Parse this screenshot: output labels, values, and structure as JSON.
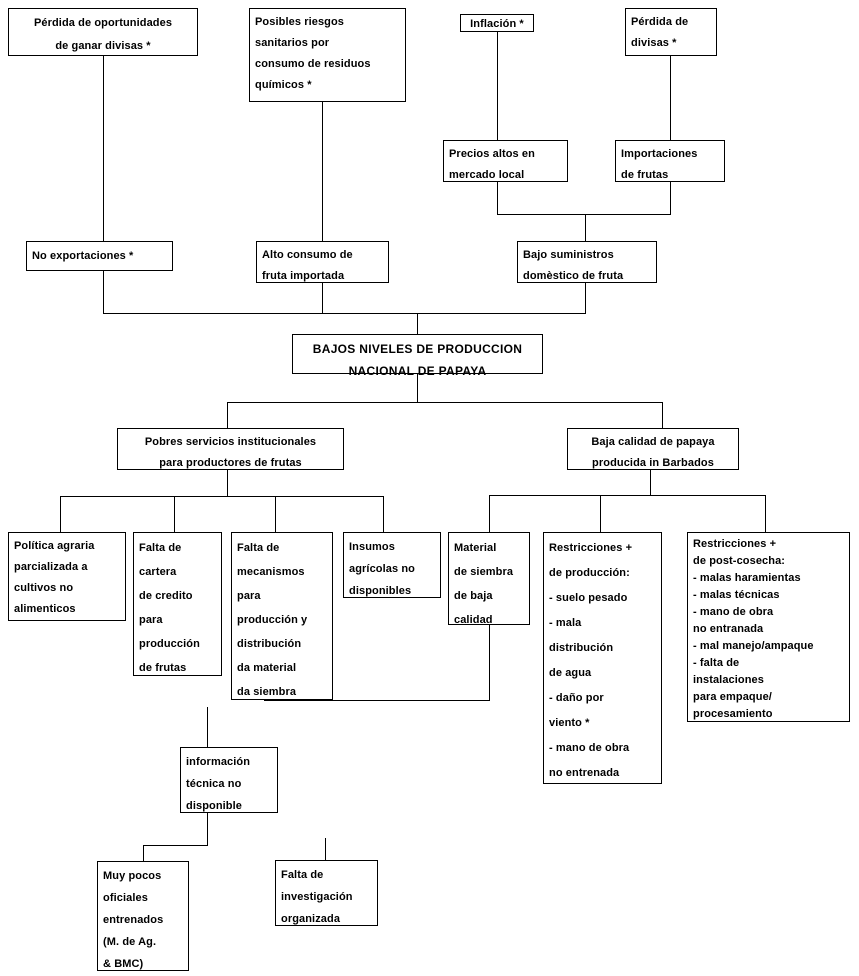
{
  "diagram": {
    "title_node": "BAJOS NIVELES DE PRODUCCION\nNACIONAL DE PAPAYA",
    "nodes": {
      "perdida_oportunidades": "Pérdida de oportunidades\nde ganar divisas *",
      "riesgos_sanitarios": "Posibles riesgos\nsanitarios por\nconsumo de residuos\nquímicos *",
      "inflacion": "Inflación *",
      "perdida_divisas": "Pérdida de\ndivisas *",
      "precios_altos": "Precios altos en\nmercado local",
      "importaciones_frutas": "Importaciones\nde frutas",
      "no_exportaciones": "No exportaciones *",
      "alto_consumo": "Alto consumo de\nfruta importada",
      "bajo_suministros": "Bajo suministros\ndomèstico de fruta",
      "pobres_servicios": "Pobres servicios institucionales\npara productores de frutas",
      "baja_calidad": "Baja calidad de papaya\nproducida in Barbados",
      "politica_agraria": "Política agraria\nparcializada a\ncultivos no\nalimenticos",
      "falta_cartera": "Falta de\ncartera\nde credito\npara\nproducción\nde frutas",
      "falta_mecanismos": "Falta de\nmecanismos\npara\nproducción y\ndistribución\nda material\nda siembra",
      "insumos_agricolas": "Insumos\nagrícolas no\ndisponibles",
      "material_siembra": "Material\nde siembra\nde baja\ncalidad",
      "restricciones_produccion": "Restricciones +\nde producción:\n- suelo pesado\n- mala\n   distribución\n   de agua\n- daño por\n   viento *\n- mano de obra\n   no entrenada",
      "restricciones_postcosecha": "Restricciones +\nde post-cosecha:\n- malas haramientas\n- malas técnicas\n- mano de obra\n  no entranada\n- mal manejo/ampaque\n- falta de\n  instalaciones\n  para empaque/\n  procesamiento",
      "informacion_tecnica": "información\ntécnica no\ndisponible",
      "muy_pocos_oficiales": "Muy pocos\noficiales\nentrenados\n(M. de Ag.\n& BMC)",
      "falta_investigacion": "Falta de\ninvestigación\norganizada"
    },
    "colors": {
      "ink": "#000000",
      "paper": "#ffffff"
    }
  }
}
